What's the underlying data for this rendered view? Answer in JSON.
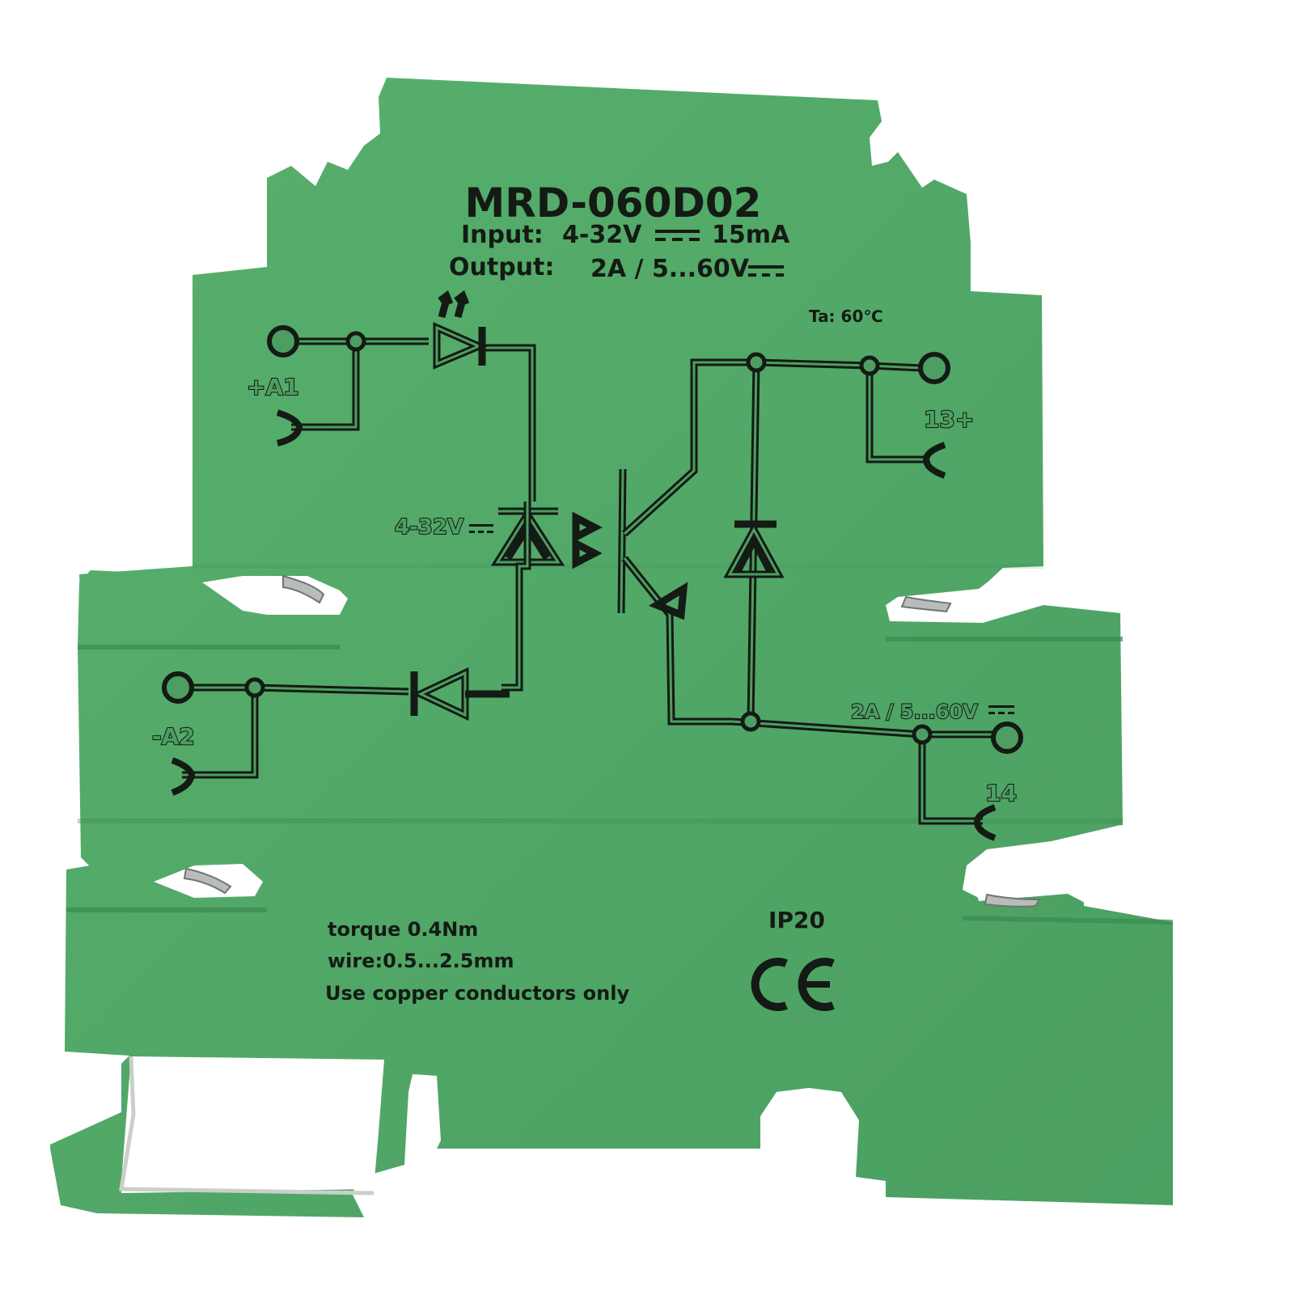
{
  "product": {
    "type": "DIN rail solid state relay module",
    "body_color": "#4fa866",
    "body_shadow_color": "#3f8f55",
    "print_color": "#141a14",
    "background_color": "#ffffff"
  },
  "header": {
    "model": "MRD-060D02",
    "input_label": "Input:",
    "input_value": "4-32V",
    "input_dc_symbol": "⎓",
    "input_current": "15mA",
    "output_label": "Output:",
    "output_value": "2A / 5...60V",
    "output_dc_symbol": "⎓",
    "ambient_temp": "Ta: 60℃"
  },
  "terminals": {
    "a1": "+A1",
    "a2": "-A2",
    "t13": "13+",
    "t14": "14"
  },
  "schematic": {
    "input_led_label": "4-32V",
    "input_led_dc_symbol": "⎓",
    "output_rating_label": "2A / 5...60V",
    "output_rating_dc_symbol": "⎓"
  },
  "footer": {
    "torque": "torque 0.4Nm",
    "wire": "wire:0.5...2.5mm",
    "copper": "Use copper conductors only",
    "ip_rating": "IP20",
    "ce_mark": "CE"
  }
}
